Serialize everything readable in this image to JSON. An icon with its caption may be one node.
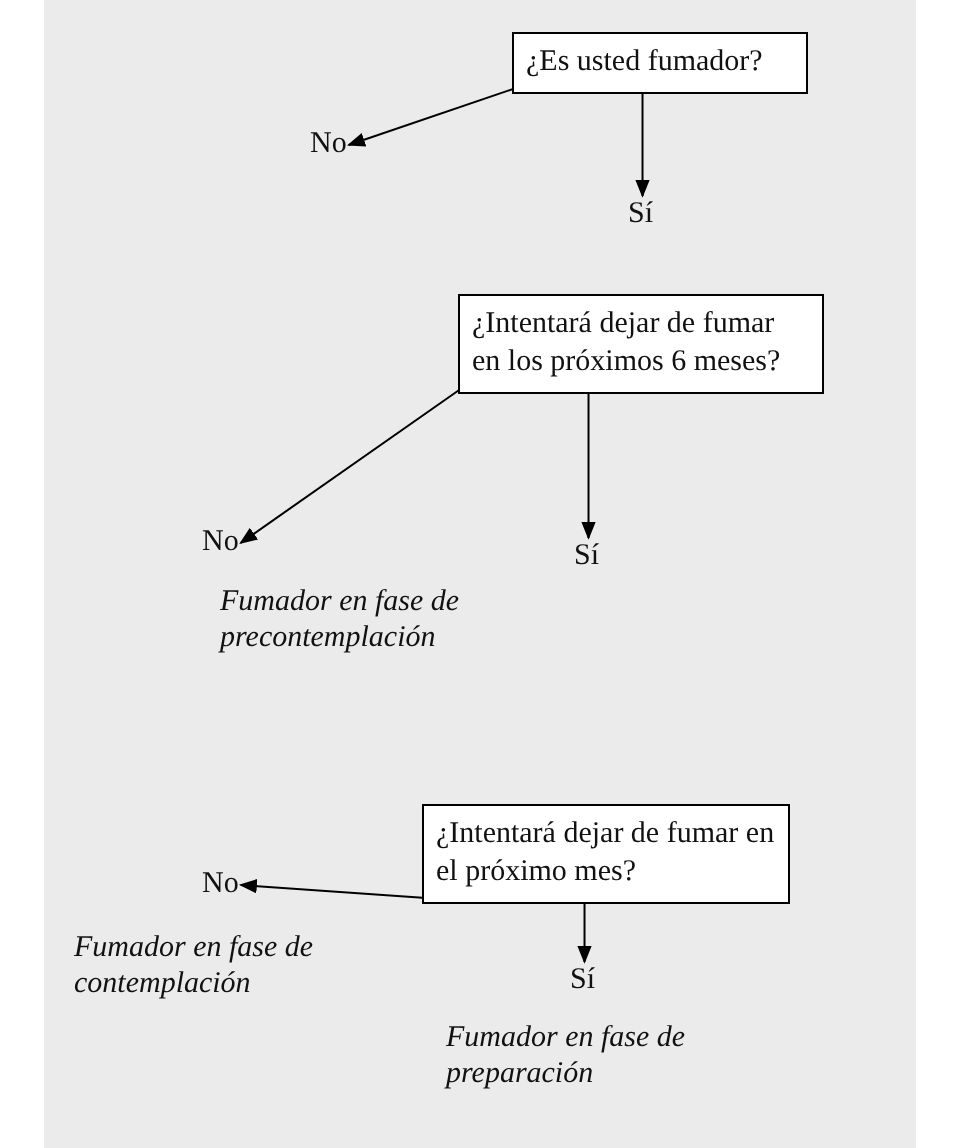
{
  "diagram": {
    "nodes": [
      {
        "text": [
          "¿Es usted fumador?"
        ]
      },
      {
        "text": [
          "No"
        ]
      },
      {
        "text": [
          "Sí"
        ]
      },
      {
        "text": [
          "¿Intentará dejar de fumar en los próximos 6 meses?"
        ]
      },
      {
        "text": [
          "No"
        ],
        "beside": [
          "Fumador en fase de precontemplación"
        ]
      },
      {
        "text": [
          "Sí"
        ]
      },
      {
        "text": [
          "¿Intentará dejar de fumar en el próximo mes?"
        ]
      },
      {
        "text": [
          "No"
        ],
        "beside": [
          "Fumador en fase de contemplación"
        ]
      },
      {
        "text": [
          "Sí"
        ],
        "beside": [
          "Fumador en fase de preparación"
        ]
      }
    ],
    "edges": [
      {
        "from": 0,
        "to": 1,
        "arrow": "to"
      },
      {
        "from": 0,
        "to": 2,
        "arrow": "to"
      },
      {
        "from": 3,
        "to": 4,
        "arrow": "to"
      },
      {
        "from": 3,
        "to": 5,
        "arrow": "to"
      },
      {
        "from": 6,
        "to": 7,
        "arrow": "to"
      },
      {
        "from": 6,
        "to": 8,
        "arrow": "to"
      }
    ]
  }
}
